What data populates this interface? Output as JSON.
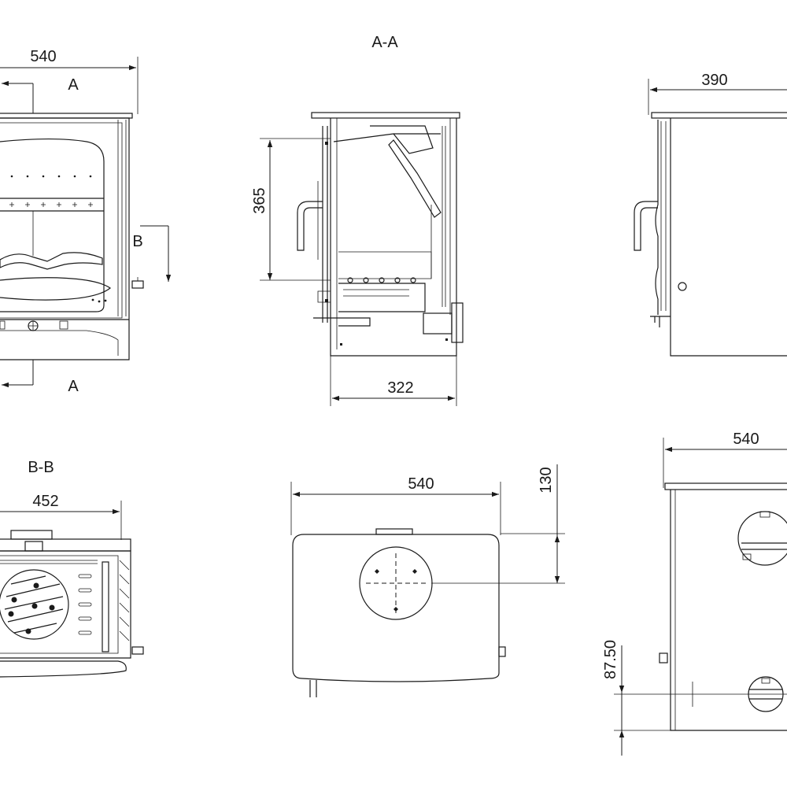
{
  "drawing": {
    "front_view": {
      "width_dim": "540",
      "section_mark_top": "A",
      "section_mark_bottom": "A",
      "section_mark_side": "B"
    },
    "section_aa": {
      "title": "A-A",
      "height_dim": "365",
      "depth_dim": "322"
    },
    "side_view": {
      "depth_dim": "390"
    },
    "section_bb": {
      "title": "B-B",
      "width_dim": "452"
    },
    "top_view": {
      "width_dim": "540",
      "flue_offset_dim": "130"
    },
    "rear_view": {
      "width_dim": "540",
      "height_dim": "87.50"
    }
  }
}
